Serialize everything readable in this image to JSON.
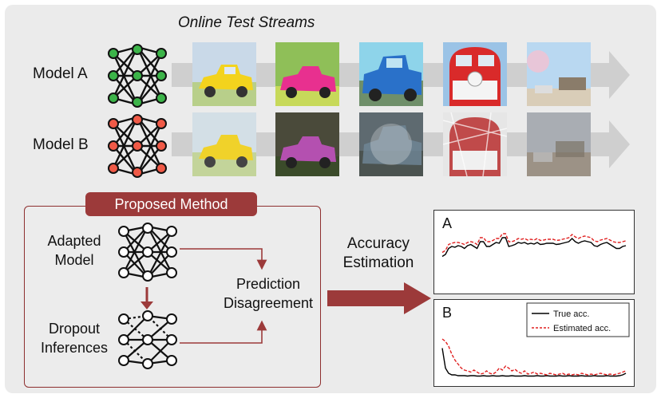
{
  "header": {
    "title": "Online Test Streams"
  },
  "models": [
    {
      "label": "Model A",
      "color": "#3cb449"
    },
    {
      "label": "Model B",
      "color": "#f05a47"
    }
  ],
  "method": {
    "title": "Proposed Method",
    "adapted_model": "Adapted\nModel",
    "dropout_inferences": "Dropout\nInferences",
    "prediction_disagreement": "Prediction\nDisagreement"
  },
  "accuracy_estimation": "Accuracy\nEstimation",
  "colors": {
    "accent": "#9c3a3a",
    "stream_arrow": "#cfcfcf",
    "true_line": "#000000",
    "estimated_line": "#e02020"
  },
  "chart_data": [
    {
      "type": "line",
      "title": "A",
      "series": [
        {
          "name": "True acc.",
          "values": [
            0.25,
            0.3,
            0.45,
            0.5,
            0.48,
            0.52,
            0.5,
            0.45,
            0.52,
            0.55,
            0.5,
            0.45,
            0.62,
            0.62,
            0.5,
            0.5,
            0.55,
            0.6,
            0.58,
            0.72,
            0.72,
            0.5,
            0.52,
            0.55,
            0.6,
            0.58,
            0.6,
            0.56,
            0.58,
            0.56,
            0.6,
            0.55,
            0.56,
            0.58,
            0.58,
            0.58,
            0.55,
            0.56,
            0.58,
            0.6,
            0.62,
            0.7,
            0.62,
            0.58,
            0.62,
            0.64,
            0.62,
            0.6,
            0.52,
            0.5,
            0.55,
            0.58,
            0.6,
            0.55,
            0.5,
            0.45,
            0.45,
            0.5,
            0.52
          ]
        },
        {
          "name": "Estimated acc.",
          "values": [
            0.35,
            0.4,
            0.55,
            0.58,
            0.6,
            0.6,
            0.58,
            0.55,
            0.6,
            0.62,
            0.6,
            0.55,
            0.72,
            0.72,
            0.62,
            0.62,
            0.65,
            0.7,
            0.7,
            0.82,
            0.82,
            0.62,
            0.62,
            0.65,
            0.7,
            0.68,
            0.7,
            0.66,
            0.68,
            0.66,
            0.7,
            0.65,
            0.66,
            0.68,
            0.68,
            0.68,
            0.65,
            0.66,
            0.68,
            0.7,
            0.72,
            0.8,
            0.74,
            0.7,
            0.74,
            0.76,
            0.74,
            0.72,
            0.64,
            0.62,
            0.66,
            0.68,
            0.7,
            0.66,
            0.62,
            0.6,
            0.6,
            0.62,
            0.64
          ]
        }
      ]
    },
    {
      "type": "line",
      "title": "B",
      "legend": [
        "True acc.",
        "Estimated acc."
      ],
      "series": [
        {
          "name": "True acc.",
          "values": [
            0.75,
            0.25,
            0.12,
            0.08,
            0.08,
            0.06,
            0.06,
            0.06,
            0.05,
            0.06,
            0.06,
            0.05,
            0.05,
            0.06,
            0.05,
            0.05,
            0.06,
            0.05,
            0.05,
            0.06,
            0.05,
            0.05,
            0.06,
            0.05,
            0.05,
            0.05,
            0.06,
            0.05,
            0.05,
            0.05,
            0.06,
            0.05,
            0.05,
            0.06,
            0.05,
            0.05,
            0.05,
            0.06,
            0.05,
            0.05,
            0.06,
            0.05,
            0.05,
            0.05,
            0.06,
            0.05,
            0.05,
            0.05,
            0.06,
            0.05,
            0.05,
            0.05,
            0.06,
            0.05,
            0.05,
            0.05,
            0.06,
            0.08,
            0.12
          ]
        },
        {
          "name": "Estimated acc.",
          "values": [
            0.98,
            0.92,
            0.8,
            0.6,
            0.45,
            0.35,
            0.25,
            0.2,
            0.18,
            0.15,
            0.2,
            0.15,
            0.1,
            0.12,
            0.18,
            0.12,
            0.1,
            0.15,
            0.25,
            0.2,
            0.3,
            0.25,
            0.18,
            0.22,
            0.15,
            0.12,
            0.18,
            0.1,
            0.12,
            0.15,
            0.1,
            0.12,
            0.1,
            0.08,
            0.12,
            0.1,
            0.08,
            0.1,
            0.12,
            0.08,
            0.1,
            0.08,
            0.1,
            0.08,
            0.12,
            0.1,
            0.08,
            0.1,
            0.08,
            0.1,
            0.12,
            0.1,
            0.08,
            0.1,
            0.08,
            0.1,
            0.12,
            0.15,
            0.18
          ]
        }
      ]
    }
  ]
}
